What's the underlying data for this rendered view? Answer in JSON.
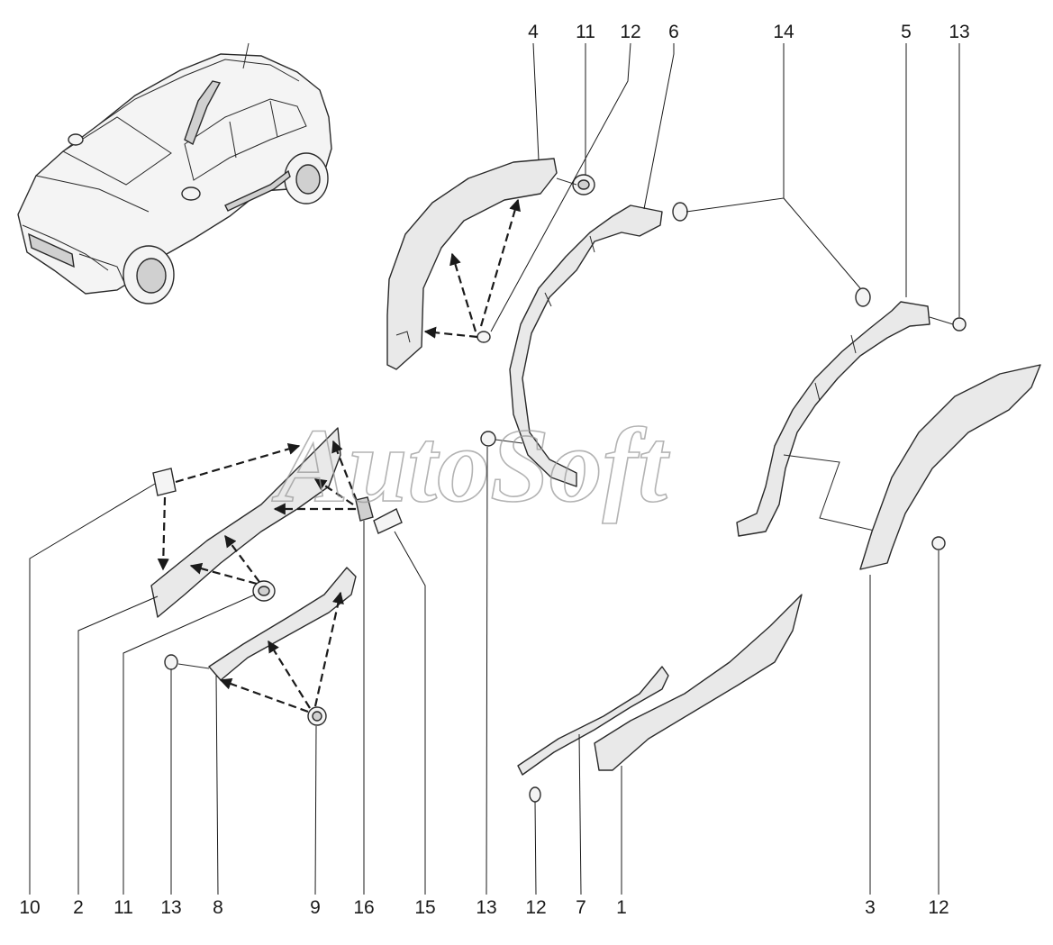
{
  "watermark": "AutoSoft",
  "top_callouts": [
    "4",
    "11",
    "12",
    "6",
    "14",
    "5",
    "13"
  ],
  "bottom_callouts": [
    "10",
    "2",
    "11",
    "13",
    "8",
    "9",
    "16",
    "15",
    "13",
    "12",
    "7",
    "1",
    "3",
    "12"
  ],
  "colors": {
    "line": "#1a1a1a",
    "part_fill": "#e9e9e9",
    "watermark": "#9a9a9a"
  }
}
